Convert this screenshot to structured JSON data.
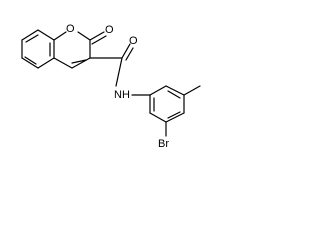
{
  "molecule": {
    "atom_labels": {
      "ring_oxygen": "O",
      "lactone_oxygen": "O",
      "amide_oxygen": "O",
      "amide_nitrogen": "NH",
      "bromine": "Br"
    }
  }
}
